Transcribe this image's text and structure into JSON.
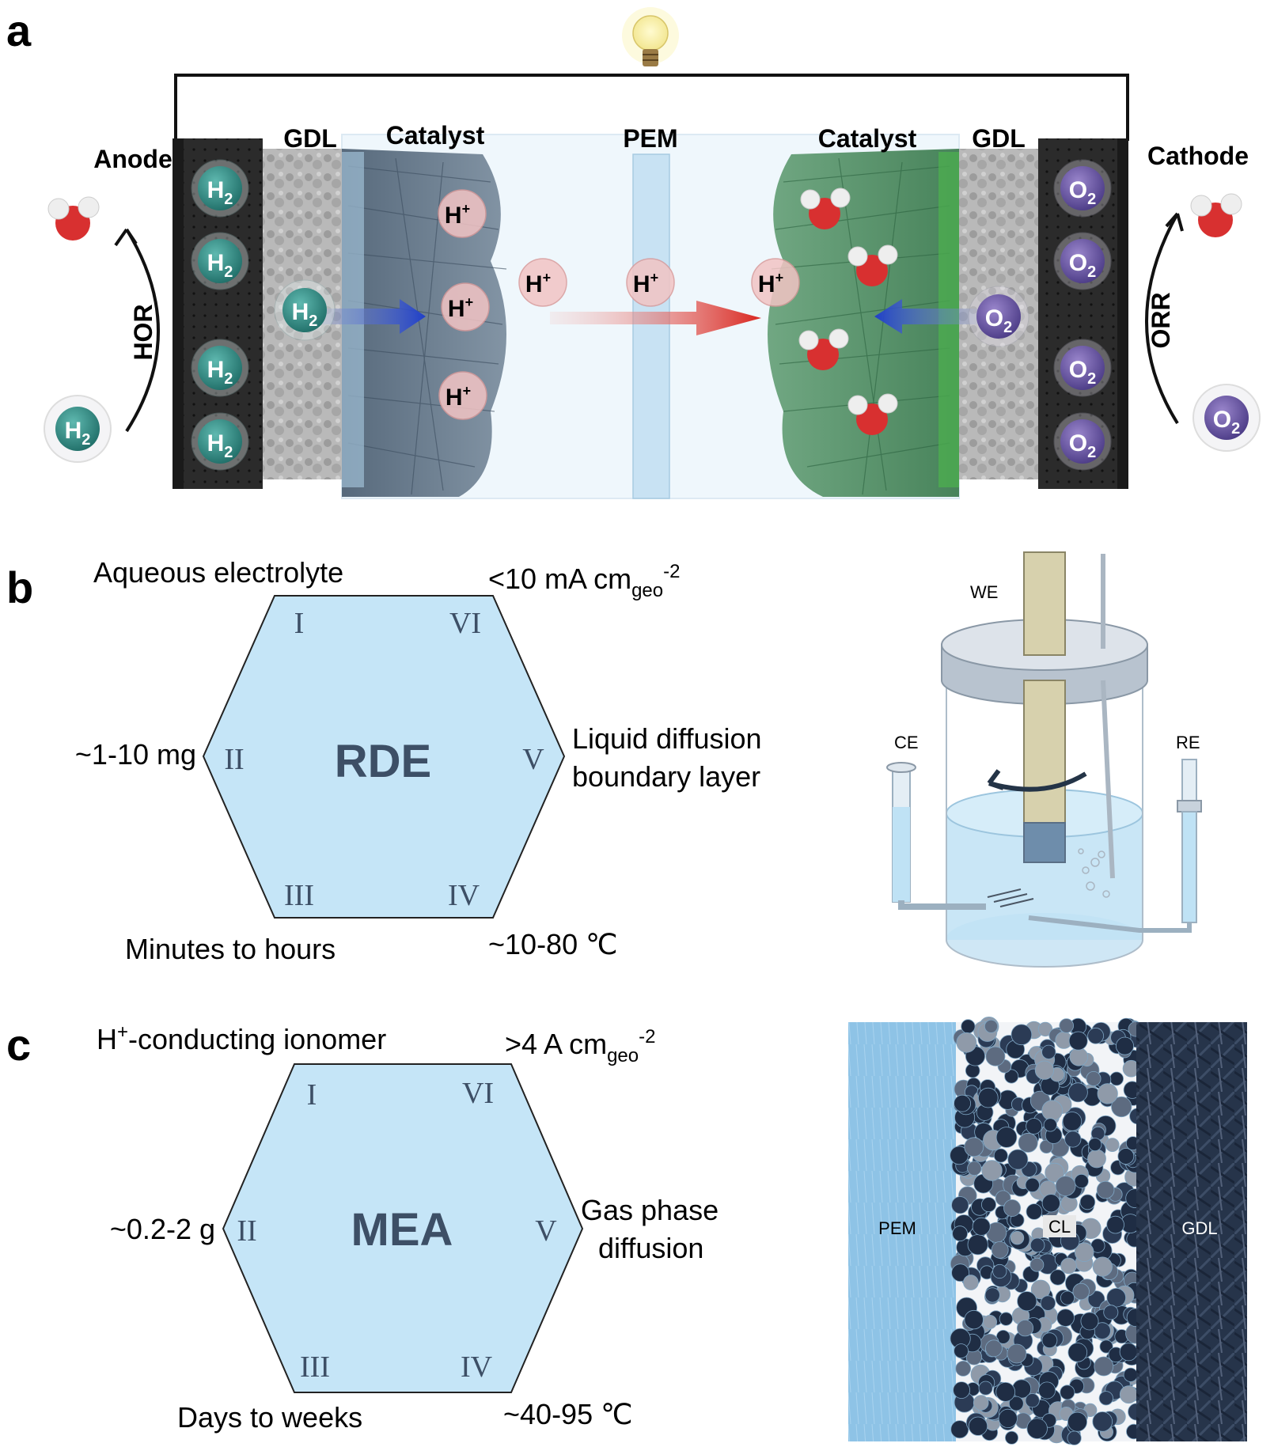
{
  "panel_a": {
    "label": "a",
    "anode": "Anode",
    "cathode": "Cathode",
    "gdl_left": "GDL",
    "catalyst_left": "Catalyst",
    "pem": "PEM",
    "catalyst_right": "Catalyst",
    "gdl_right": "GDL",
    "hor": "HOR",
    "orr": "ORR",
    "h2_base": "H",
    "h2_sub": "2",
    "o2_base": "O",
    "o2_sub": "2",
    "proton_base": "H",
    "proton_sup": "+",
    "colors": {
      "anode_gas": "#2f8a83",
      "cathode_gas": "#6a55a3",
      "proton": "#f2c4c4",
      "left_arrow": "#1f3fc9",
      "center_arrow": "#d9261f",
      "catalyst_left": "#4d6073",
      "catalyst_right": "#3f8a5b"
    }
  },
  "panel_b": {
    "label": "b",
    "center": "RDE",
    "numerals": [
      "I",
      "II",
      "III",
      "IV",
      "V",
      "VI"
    ],
    "top_left": "Aqueous electrolyte",
    "top_right_main": "<10 mA cm",
    "top_right_sub": "geo",
    "top_right_sup": "-2",
    "left": "~1-10 mg",
    "right_line1": "Liquid diffusion",
    "right_line2": "boundary layer",
    "bottom_left": "Minutes to hours",
    "bottom_right": "~10-80 ℃",
    "cell_labels": {
      "we": "WE",
      "ce": "CE",
      "re": "RE"
    }
  },
  "panel_c": {
    "label": "c",
    "center": "MEA",
    "numerals": [
      "I",
      "II",
      "III",
      "IV",
      "V",
      "VI"
    ],
    "top_left_base": "H",
    "top_left_sup": "+",
    "top_left_rest": "-conducting ionomer",
    "top_right_main": ">4 A cm",
    "top_right_sub": "geo",
    "top_right_sup": "-2",
    "left": "~0.2-2 g",
    "right_line1": "Gas phase",
    "right_line2": "diffusion",
    "bottom_left": "Days to weeks",
    "bottom_right": "~40-95 ℃",
    "layer_labels": {
      "pem": "PEM",
      "cl": "CL",
      "gdl": "GDL"
    }
  }
}
